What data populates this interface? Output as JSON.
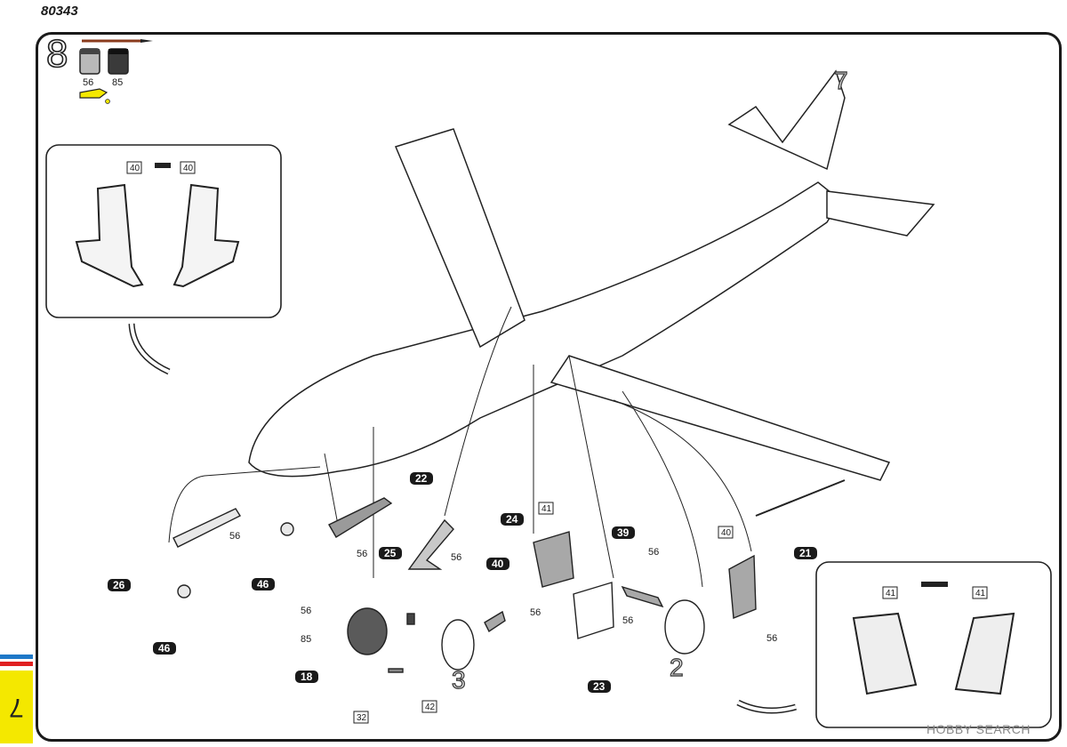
{
  "header": {
    "product_code": "80343"
  },
  "step": {
    "number": "8"
  },
  "paints": [
    {
      "code": "56",
      "color": "#b9b9b9"
    },
    {
      "code": "85",
      "color": "#3a3a3a"
    }
  ],
  "icons": [
    "paintbrush-icon",
    "paint-pot-icon",
    "glue-tube-icon",
    "curved-arrow-icon"
  ],
  "inset_top_left": {
    "labels": [
      "40",
      "40"
    ]
  },
  "inset_bottom_right": {
    "labels": [
      "41",
      "41"
    ]
  },
  "parts": {
    "p21": "21",
    "p22": "22",
    "p23": "23",
    "p24": "24",
    "p25": "25",
    "p26": "26",
    "p18": "18",
    "p39": "39",
    "p40": "40",
    "p46a": "46",
    "p46b": "46"
  },
  "boxed_parts": {
    "b41": "41",
    "b40": "40",
    "b32": "32",
    "b42": "42"
  },
  "callouts": {
    "c56_a": "56",
    "c56_b": "56",
    "c56_c": "56",
    "c56_d": "56",
    "c56_e": "56",
    "c56_f": "56",
    "c56_g": "56",
    "c56_h": "56",
    "c85": "85"
  },
  "subassembly_refs": {
    "r2": "2",
    "r3": "3",
    "r7": "7"
  },
  "page": {
    "number": "7",
    "tab_colors": [
      "#1e78c8",
      "#e02020",
      "#f4e800"
    ]
  },
  "watermark": "HOBBY SEARCH"
}
